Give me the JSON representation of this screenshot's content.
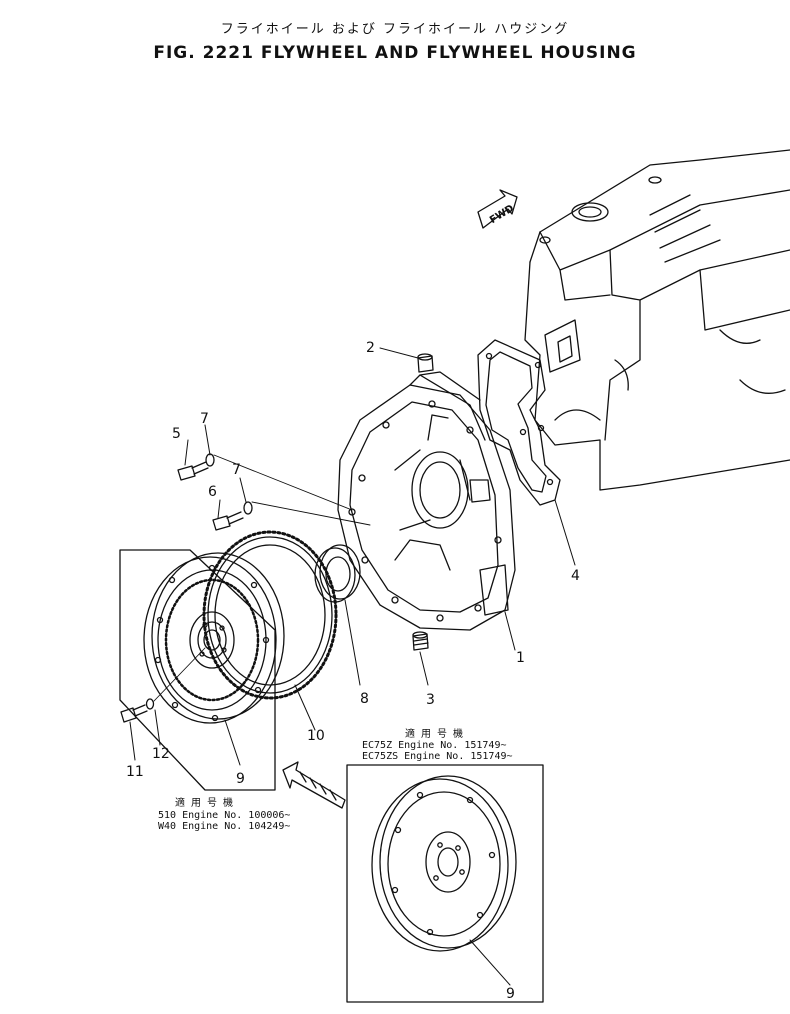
{
  "title": {
    "japanese": "フライホイール および フライホイール ハウジング",
    "english": "FIG. 2221 FLYWHEEL AND FLYWHEEL HOUSING"
  },
  "fwd_label": "FWD",
  "callouts": [
    "1",
    "2",
    "3",
    "4",
    "5",
    "6",
    "7",
    "7",
    "8",
    "9",
    "9",
    "10",
    "11",
    "12"
  ],
  "notes": {
    "lower_left": {
      "heading": "適 用 号 機",
      "lines": [
        "510 Engine No. 100006~",
        "W40 Engine No. 104249~"
      ]
    },
    "inset": {
      "heading": "適 用 号 機",
      "lines": [
        "EC75Z Engine No. 151749~",
        "EC75ZS Engine No. 151749~"
      ]
    }
  }
}
